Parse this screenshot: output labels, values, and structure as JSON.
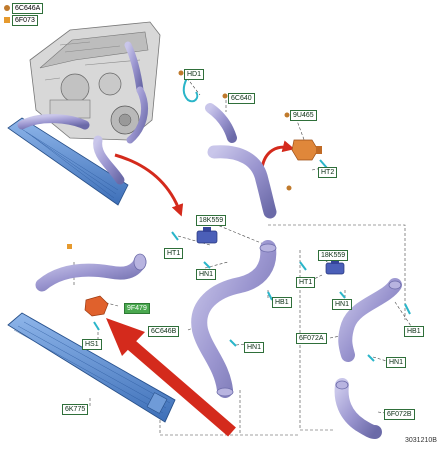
{
  "legend": [
    {
      "marker": "round",
      "code": "6C646A"
    },
    {
      "marker": "square",
      "code": "6F073"
    }
  ],
  "labels": {
    "hd1": "HD1",
    "c6c640": "6C640",
    "c9u465": "9U465",
    "ht2": "HT2",
    "k18k559_a": "18K559",
    "ht1_a": "HT1",
    "hn1_a": "HN1",
    "hb1_a": "HB1",
    "k18k559_b": "18K559",
    "ht1_b": "HT1",
    "hn1_b": "HN1",
    "hb1_b": "HB1",
    "c9f479": "9F479",
    "hs1": "HS1",
    "c6c646b": "6C646B",
    "hn1_c": "HN1",
    "c6f072a": "6F072A",
    "hn1_d": "HN1",
    "c6k775": "6K775",
    "c6f072b": "6F072B"
  },
  "doc_id": "3031210B",
  "colors": {
    "hose": "#9a95cf",
    "hose_dark": "#6b6aa8",
    "cooler": "#5b8fd4",
    "arrow": "#d42a1c",
    "sensor": "#e07a2e",
    "clamp": "#2ab5c9",
    "label_border": "#2f6f3a"
  }
}
